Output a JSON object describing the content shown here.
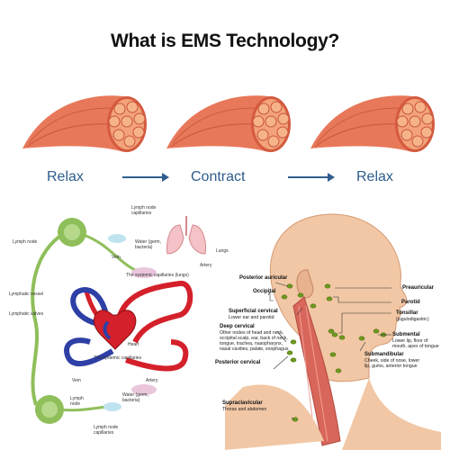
{
  "title": "What is EMS Technology?",
  "states": [
    "Relax",
    "Contract",
    "Relax"
  ],
  "colors": {
    "muscle": "#e8785a",
    "muscle_dark": "#c9553a",
    "bundle": "#f6b38a",
    "blue_text": "#2f5d8c",
    "lymph_green": "#8fbf5a",
    "artery_red": "#d4202a",
    "vein_blue": "#2e3fa6",
    "node_green": "#6e9a1e"
  },
  "circulation": {
    "lymph_node_top": "Lymph node",
    "lymph_capillaries_top": "Lymph node\ncapillaries",
    "water_germ_top": "Water (germ,\nbacteria)",
    "lungs": "Lungs",
    "vein_top": "Vein",
    "artery_top": "Artery",
    "systemic_lungs": "The systemic capillaries (lungs)",
    "lymphatic_vessel": "Lymphatic vessel",
    "lymphatic_valves": "Lymphatic valves",
    "heart": "Heart",
    "vein_bottom": "Vein",
    "artery_bottom": "Artery",
    "systemic_bottom": "The systemic capillaries",
    "lymph_node_bottom": "Lymph\nnode",
    "water_germ_bottom": "Water (germ,\nbacteria)",
    "lymph_capillaries_bottom": "Lymph node\ncapillaries"
  },
  "head": {
    "posterior_auricular": "Posterior auricular",
    "occipital": "Occipital",
    "superficial_cervical": "Superficial cervical",
    "superficial_cervical_desc": "Lower ear and parotid",
    "deep_cervical": "Deep cervical",
    "deep_cervical_desc": "Other nodes of head and neck,\noccipital scalp, ear, back of neck,\ntongue, trachea, nasopharynx,\nnasal cavities, palate, esophagus",
    "posterior_cervical": "Posterior cervical",
    "supraclavicular": "Supraclavicular",
    "supraclavicular_desc": "Thorax and abdomen",
    "preauricular": "Preauricular",
    "parotid": "Parotid",
    "tonsillar": "Tonsillar",
    "tonsillar_desc": "(jugulodigastric)",
    "submental": "Submental",
    "submental_desc": "Lower lip, floor of\nmouth, apex of tongue",
    "submandibular": "Submandibular",
    "submandibular_desc": "Cheek, side of nose, lower\nlip, gums, anterior tongue"
  }
}
